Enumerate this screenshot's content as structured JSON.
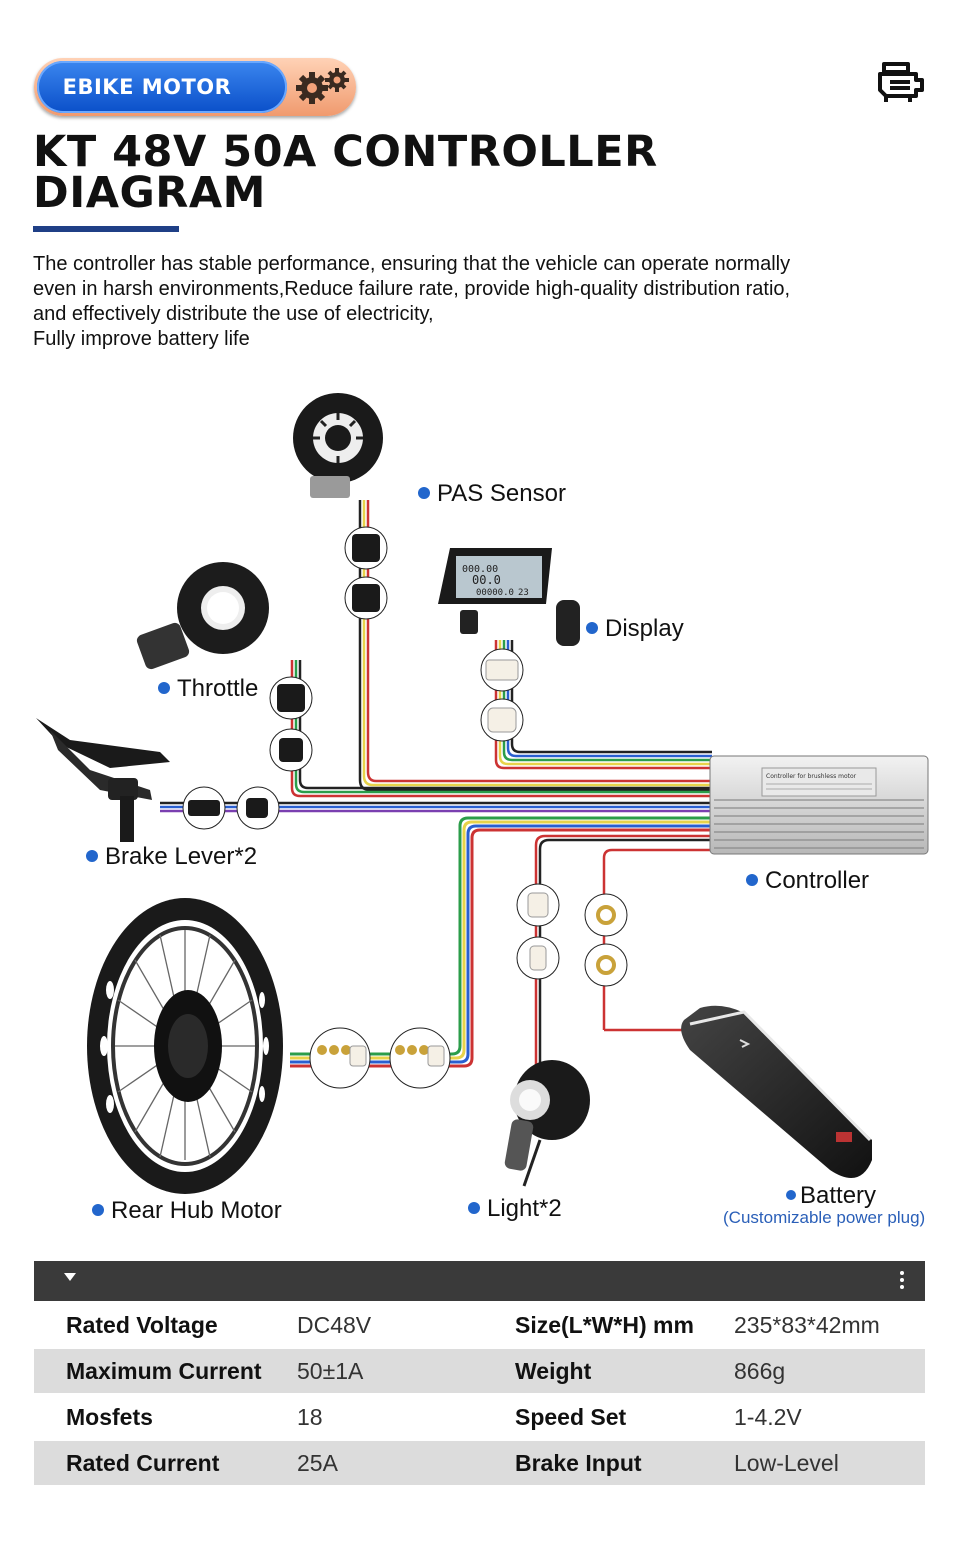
{
  "brand": {
    "badge_text": "EBIKE MOTOR",
    "accent": "#0a4fc9",
    "badge_tail": "#f09a6e"
  },
  "title": {
    "line1": "KT 48V 50A CONTROLLER",
    "line2": "DIAGRAM"
  },
  "description": [
    "The controller has stable performance, ensuring that the vehicle can operate normally",
    "even in harsh environments,Reduce failure rate, provide high-quality distribution ratio,",
    "and effectively distribute the use of electricity,",
    "Fully improve battery life"
  ],
  "labels": {
    "pas": "PAS Sensor",
    "display": "Display",
    "throttle": "Throttle",
    "brake": "Brake Lever*2",
    "controller": "Controller",
    "motor": "Rear Hub Motor",
    "light": "Light*2",
    "battery": "Battery",
    "battery_note": "(Customizable power plug)"
  },
  "display_readout": {
    "top": "000.00",
    "speed": "00.0",
    "odo": "00000.0",
    "level": "23"
  },
  "controller_label": "Controller for brushless motor",
  "specs": [
    {
      "k1": "Rated Voltage",
      "v1": "DC48V",
      "k2": "Size(L*W*H) mm",
      "v2": "235*83*42mm"
    },
    {
      "k1": "Maximum Current",
      "v1": "50±1A",
      "k2": "Weight",
      "v2": "866g"
    },
    {
      "k1": "Mosfets",
      "v1": "18",
      "k2": "Speed Set",
      "v2": "1-4.2V"
    },
    {
      "k1": "Rated Current",
      "v1": "25A",
      "k2": "Brake Input",
      "v2": "Low-Level"
    }
  ],
  "colors": {
    "dot": "#2266cc",
    "header_bar": "#3a3a3a",
    "row_shade": "#dcdcdc",
    "title_underline": "#1f3f86"
  }
}
